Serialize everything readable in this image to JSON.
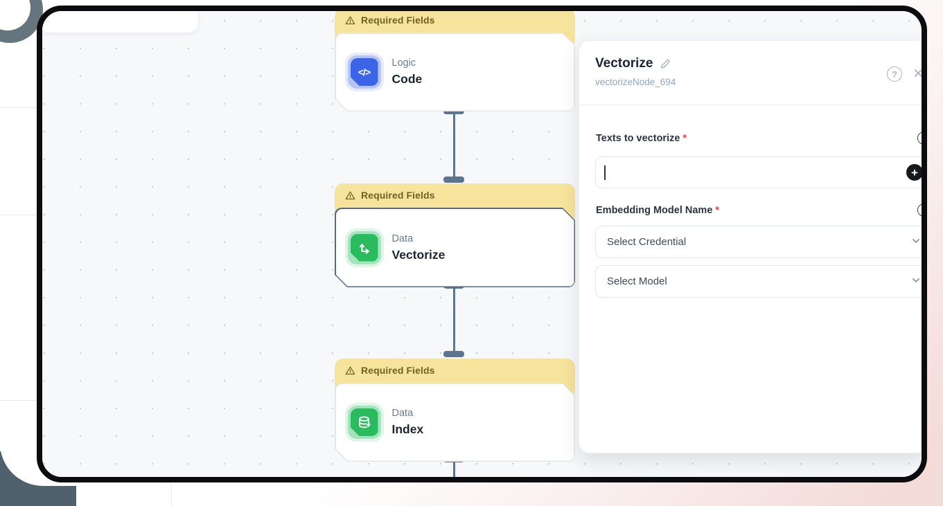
{
  "canvas": {
    "nodes": [
      {
        "warning": "Required Fields",
        "category": "Logic",
        "title": "Code"
      },
      {
        "warning": "Required Fields",
        "category": "Data",
        "title": "Vectorize"
      },
      {
        "warning": "Required Fields",
        "category": "Data",
        "title": "Index"
      }
    ]
  },
  "panel": {
    "title": "Vectorize",
    "subtitle": "vectorizeNode_694",
    "help_glyph": "?",
    "close_glyph": "×",
    "fields": [
      {
        "label": "Texts to vectorize",
        "required_mark": "*"
      },
      {
        "label": "Embedding Model Name",
        "required_mark": "*"
      }
    ],
    "dropdowns": [
      {
        "placeholder": "Select Credential"
      },
      {
        "placeholder": "Select Model"
      }
    ],
    "info_glyph": "i"
  },
  "icons": {
    "code_glyph": "</>"
  },
  "colors": {
    "banner_bg": "#f7e49c",
    "banner_text": "#6f6023",
    "blue_accent": "#3c64e7",
    "green_accent": "#29bb5e",
    "edge": "#5b7490",
    "selected_border": "#55688b",
    "canvas_bg": "#f7f8fa",
    "required": "#e5484d"
  }
}
